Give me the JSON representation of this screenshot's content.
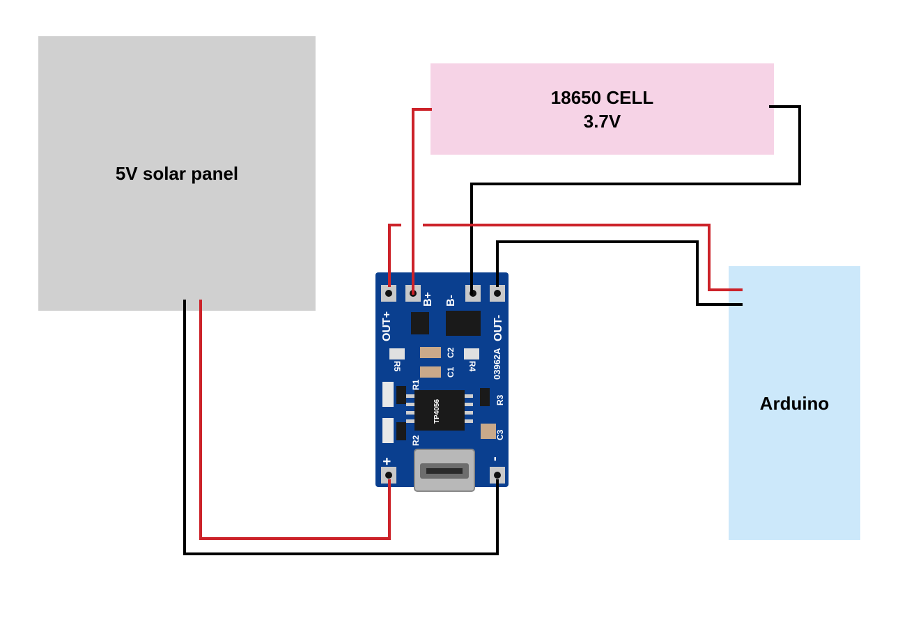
{
  "solar_panel": {
    "label": "5V solar panel",
    "color": "#d0d0d0"
  },
  "battery": {
    "label_line1": "18650 CELL",
    "label_line2": "3.7V",
    "color": "#f6d3e6"
  },
  "arduino": {
    "label": "Arduino",
    "color": "#cce8fa"
  },
  "module": {
    "pcb_color": "#0a3f8f",
    "pins": {
      "out_plus": "OUT+",
      "b_plus": "B+",
      "b_minus": "B-",
      "out_minus": "OUT-",
      "in_plus": "+",
      "in_minus": "-"
    },
    "silkscreen": {
      "r1": "R1",
      "r2": "R2",
      "r3": "R3",
      "r4": "R4",
      "r5": "R5",
      "c1": "C1",
      "c2": "C2",
      "c3": "C3",
      "part_code": "03962A",
      "chip": "TP4056"
    }
  },
  "wire_colors": {
    "positive": "#cc2229",
    "negative": "#000000"
  }
}
